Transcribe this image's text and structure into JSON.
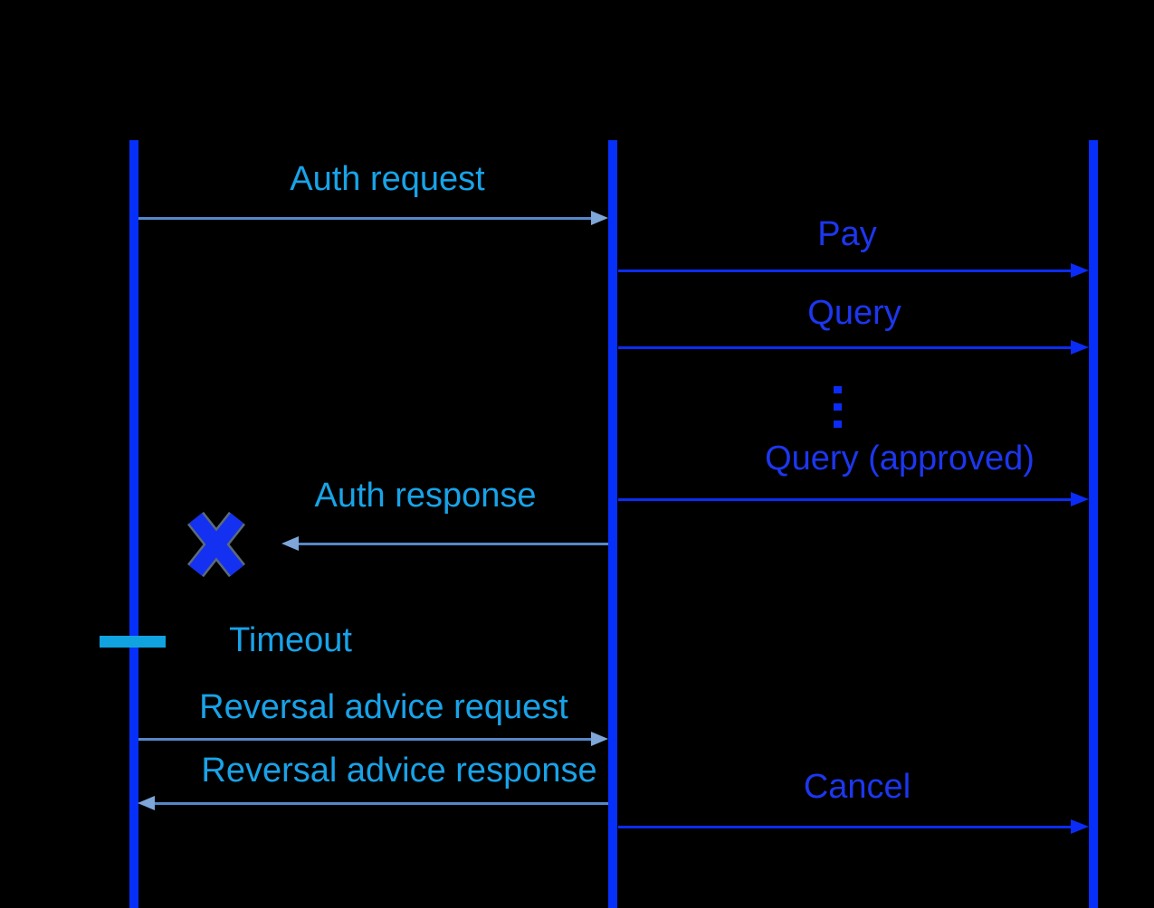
{
  "diagram": {
    "type": "sequence-diagram",
    "background": "#000000",
    "lifelines": [
      {
        "id": "left"
      },
      {
        "id": "middle"
      },
      {
        "id": "right"
      }
    ],
    "messages": [
      {
        "label": "Auth request",
        "from": "left",
        "to": "middle",
        "line_style": "thin-steel",
        "label_color": "cyan"
      },
      {
        "label": "Pay",
        "from": "middle",
        "to": "right",
        "line_style": "blue",
        "label_color": "blue"
      },
      {
        "label": "Query",
        "from": "middle",
        "to": "right",
        "line_style": "blue",
        "label_color": "blue"
      },
      {
        "label": "Query (approved)",
        "from": "middle",
        "to": "right",
        "line_style": "blue",
        "label_color": "blue"
      },
      {
        "label": "Auth response",
        "from": "middle",
        "to": "left",
        "line_style": "thin-steel",
        "label_color": "cyan",
        "terminates_at": "lost-message-x"
      },
      {
        "label": "Timeout",
        "type": "event-marker",
        "marker": "cyan-tick-on-left-lifeline",
        "label_color": "cyan"
      },
      {
        "label": "Reversal advice request",
        "from": "left",
        "to": "middle",
        "line_style": "thin-steel",
        "label_color": "cyan"
      },
      {
        "label": "Reversal advice response",
        "from": "middle",
        "to": "left",
        "line_style": "thin-steel",
        "label_color": "cyan"
      },
      {
        "label": "Cancel",
        "from": "middle",
        "to": "right",
        "line_style": "blue",
        "label_color": "blue"
      }
    ],
    "ellipsis_marker": {
      "glyph": "⋮",
      "meaning": "repeated Query messages",
      "between": [
        "Query",
        "Query (approved)"
      ]
    },
    "icons": [
      {
        "name": "lost-message-x-icon",
        "color": "#1430f0"
      }
    ],
    "colors": {
      "lifeline_blue": "#0630fa",
      "blue_arrow": "#0b2cf7",
      "blue_label": "#1d36ef",
      "cyan_label": "#18a3e8",
      "timeout_bar_cyan": "#10a3e0",
      "steel_arrow": "#5688c8",
      "steel_arrowhead": "#7ea6d8",
      "x_outline_gray": "#5c6b77"
    }
  }
}
